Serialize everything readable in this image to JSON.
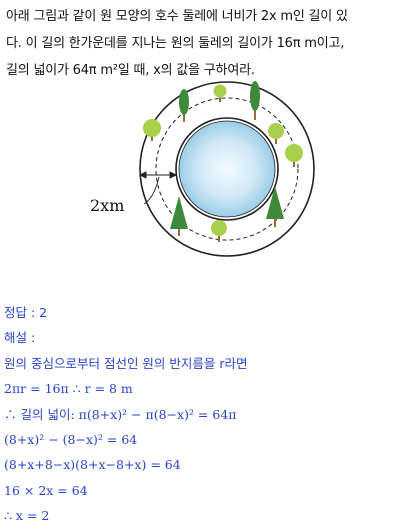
{
  "problem": {
    "line1": "아래 그림과 같이 원 모양의 호수 둘레에 너비가 2x m인 길이 있",
    "line2": "다. 이 길의 한가운데를 지나는 원의 둘레의 길이가 16π m이고,",
    "line3": "길의 넓이가 64π m²일 때, x의 값을 구하여라."
  },
  "figure": {
    "width_label": "2xm",
    "colors": {
      "lake_center": "#f4fbff",
      "lake_edge": "#9bcde7",
      "ring_stroke": "#222222",
      "tree_dark": "#3f8a3a",
      "tree_light": "#a8d04a",
      "trunk": "#9a6a3a"
    }
  },
  "solution": {
    "answer": "정답 : 2",
    "explain_label": "해설 :",
    "lines": [
      "원의 중심으로부터 점선인 원의 반지름을 r라면",
      "2πr = 16π  ∴  r = 8 m",
      "∴  길의 넓이:  π(8+x)² − π(8−x)² = 64π",
      "(8+x)² − (8−x)² = 64",
      "(8+x+8−x)(8+x−8+x) = 64",
      "16 × 2x = 64",
      "∴  x = 2"
    ]
  }
}
